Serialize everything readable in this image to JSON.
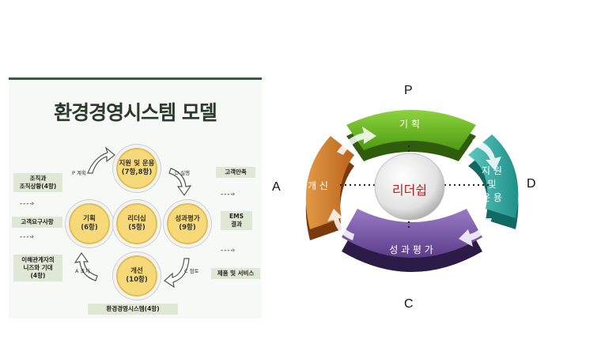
{
  "left": {
    "title": "환경경영시스템 모델",
    "center": "리더십\n(5항)",
    "top": "지원 및 운용\n(7항,8항)",
    "right": "성과평가\n(9항)",
    "bottom": "개선\n(10항)",
    "left": "기획\n(6항)",
    "p_label": "P 계획",
    "d_label": "D 실행",
    "c_label": "C 점토",
    "a_label": "A 조치",
    "in1": "조직과\n조직상황(4항)",
    "in2": "고객요구사항",
    "in3": "이해관계자의\n니즈와 기대\n(4항)",
    "out1": "고객만족",
    "out2": "EMS\n결과",
    "out3": "제품 및 서비스",
    "footer": "환경경영시스템(4항)"
  },
  "right": {
    "p": "P",
    "d": "D",
    "c": "C",
    "a": "A",
    "plan": "기 획",
    "do": "지 원\n및\n운 용",
    "check": "성 과 평 가",
    "act": "개 신",
    "center": "리더쉽"
  }
}
